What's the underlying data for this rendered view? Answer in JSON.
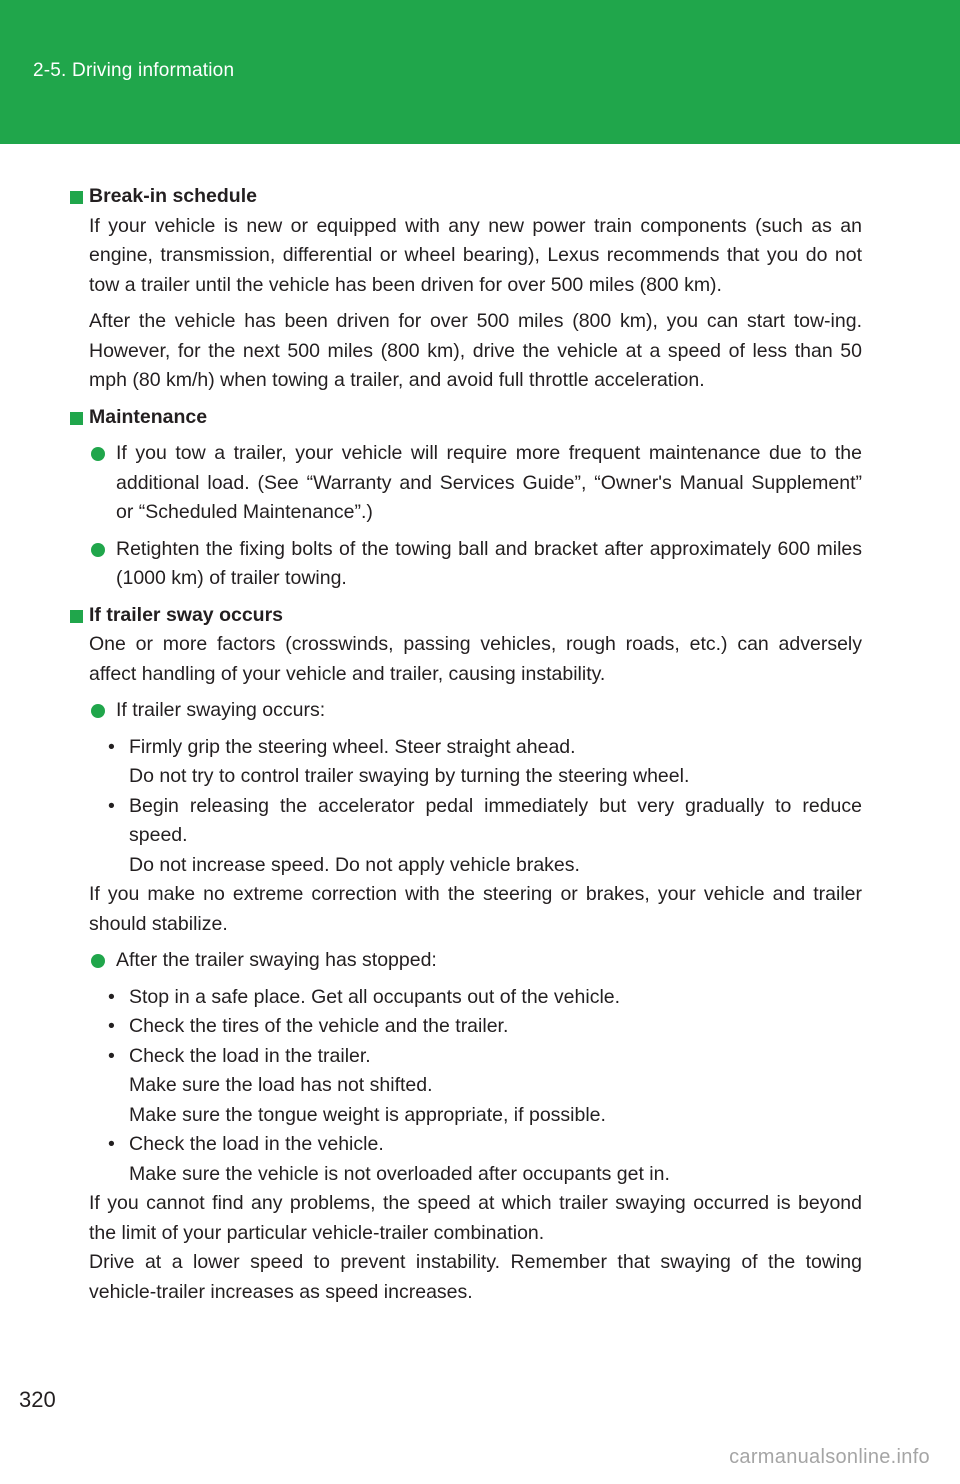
{
  "header": {
    "section_title": "2-5. Driving information",
    "band_color": "#20a64b"
  },
  "sections": {
    "break_in": {
      "heading": "Break-in schedule",
      "p1": "If your vehicle is new or equipped with any new power train components (such as an engine, transmission, differential or wheel bearing), Lexus recommends that you do not tow a trailer until the vehicle has been driven for over 500 miles (800 km).",
      "p2": "After the vehicle has been driven for over 500 miles (800 km), you can start tow-ing. However, for the next 500 miles (800 km), drive the vehicle at a speed of less than 50 mph (80 km/h) when towing a trailer, and avoid full throttle acceleration."
    },
    "maintenance": {
      "heading": "Maintenance",
      "b1": "If you tow a trailer, your vehicle will require more frequent maintenance due to the additional load. (See “Warranty and Services Guide”, “Owner's Manual Supplement” or “Scheduled Maintenance”.)",
      "b2": "Retighten the fixing bolts of the towing ball and bracket after approximately 600 miles (1000 km) of trailer towing."
    },
    "sway": {
      "heading": "If trailer sway occurs",
      "intro": "One or more factors (crosswinds, passing vehicles, rough roads, etc.) can adversely affect handling of your vehicle and trailer, causing instability.",
      "during": {
        "label": "If trailer swaying occurs:",
        "s1": "Firmly grip the steering wheel. Steer straight ahead.",
        "s1b": "Do not try to control trailer swaying by turning the steering wheel.",
        "s2": "Begin releasing the accelerator pedal immediately but very gradually to reduce speed.",
        "s2b": "Do not increase speed. Do not apply vehicle brakes."
      },
      "stabilize": "If you make no extreme correction with the steering or brakes, your vehicle and trailer should stabilize.",
      "after": {
        "label": "After the trailer swaying has stopped:",
        "s1": "Stop in a safe place. Get all occupants out of the vehicle.",
        "s2": "Check the tires of the vehicle and the trailer.",
        "s3": "Check the load in the trailer.",
        "s3b": "Make sure the load has not shifted.",
        "s3c": "Make sure the tongue weight is appropriate, if possible.",
        "s4": "Check the load in the vehicle.",
        "s4b": "Make sure the vehicle is not overloaded after occupants get in."
      },
      "closing1": "If you cannot find any problems, the speed at which trailer swaying occurred is beyond the limit of your particular vehicle-trailer combination.",
      "closing2": "Drive at a lower speed to prevent instability. Remember that swaying of the towing vehicle-trailer increases as speed increases."
    }
  },
  "sub_marker": "•",
  "page_number": "320",
  "watermark": "carmanualsonline.info"
}
